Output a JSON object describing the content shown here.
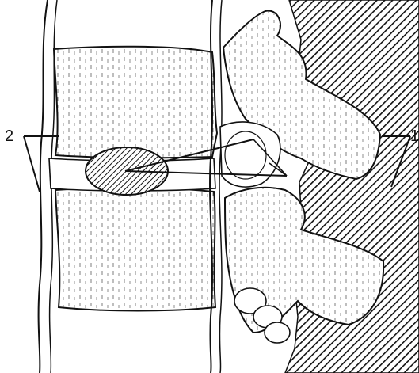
{
  "diagram": {
    "labels": [
      {
        "id": "label-2",
        "text": "2"
      },
      {
        "id": "label-1",
        "text": "1"
      }
    ],
    "colors": {
      "ink": "#111111",
      "background": "#ffffff",
      "nucleus_fill": "#9a9a9a"
    },
    "icons": [
      "vertebral-body",
      "intervertebral-disc",
      "nucleus-pulposus",
      "ligament",
      "spinal-canal",
      "facet-joint"
    ]
  }
}
